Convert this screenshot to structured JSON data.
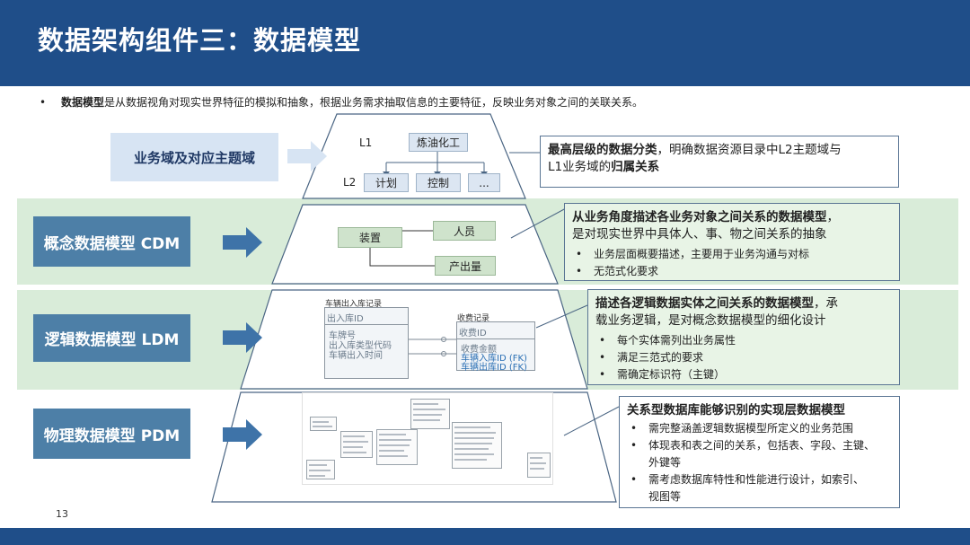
{
  "header": {
    "title": "数据架构组件三：数据模型"
  },
  "intro": {
    "bullet": "•",
    "bold": "数据模型",
    "text": "是从数据视角对现实世界特征的模拟和抽象，根据业务需求抽取信息的主要特征，反映业务对象之间的关联关系。"
  },
  "layers": {
    "subject": {
      "label": "业务域及对应主题域"
    },
    "cdm": {
      "label": "概念数据模型 CDM"
    },
    "ldm": {
      "label": "逻辑数据模型 LDM"
    },
    "pdm": {
      "label": "物理数据模型 PDM"
    }
  },
  "pyramid": {
    "top": {
      "l1_tag": "L1",
      "l1_box": "炼油化工",
      "l2_tag": "L2",
      "l2_boxes": [
        "计划",
        "控制",
        "..."
      ]
    },
    "cdm": {
      "entity_a": "装置",
      "entity_b": "人员",
      "entity_c": "产出量"
    },
    "ldm": {
      "entity1": {
        "title": "车辆出入库记录",
        "key": "出入库ID",
        "fields": [
          "车牌号",
          "出入库类型代码",
          "车辆出入时间"
        ]
      },
      "entity2": {
        "title": "收费记录",
        "key": "收费ID",
        "fields": [
          "收费金额",
          "车辆入库ID (FK)",
          "车辆出库ID (FK)"
        ]
      }
    }
  },
  "panels": {
    "subject": {
      "bold1": "最高层级的数据分类",
      "text1": "，明确数据资源目录中L2主题域与",
      "text2": "L1业务域的",
      "bold2": "归属关系"
    },
    "cdm": {
      "bold": "从业务角度描述各业务对象之间关系的数据模型",
      "text1": "，",
      "text2": "是对现实世界中具体人、事、物之间关系的抽象",
      "items": [
        "业务层面概要描述，主要用于业务沟通与对标",
        "无范式化要求"
      ]
    },
    "ldm": {
      "bold": "描述各逻辑数据实体之间关系的数据模型",
      "text1": "，承",
      "text2": "载业务逻辑，是对概念数据模型的细化设计",
      "items": [
        "每个实体需列出业务属性",
        "满足三范式的要求",
        "需确定标识符（主键）"
      ]
    },
    "pdm": {
      "bold": "关系型数据库能够识别的实现层数据模型",
      "items": [
        "需完整涵盖逻辑数据模型所定义的业务范围",
        "体现表和表之间的关系，包括表、字段、主键、",
        "外键等",
        "需考虑数据库特性和性能进行设计，如索引、",
        "视图等"
      ]
    }
  },
  "footer": {
    "page": "13"
  },
  "colors": {
    "header": "#1f4e89",
    "band": "#d9ecd9",
    "label_dark": "#4d7fa7",
    "label_light": "#d7e4f3",
    "arrow": "#3e73a8"
  }
}
